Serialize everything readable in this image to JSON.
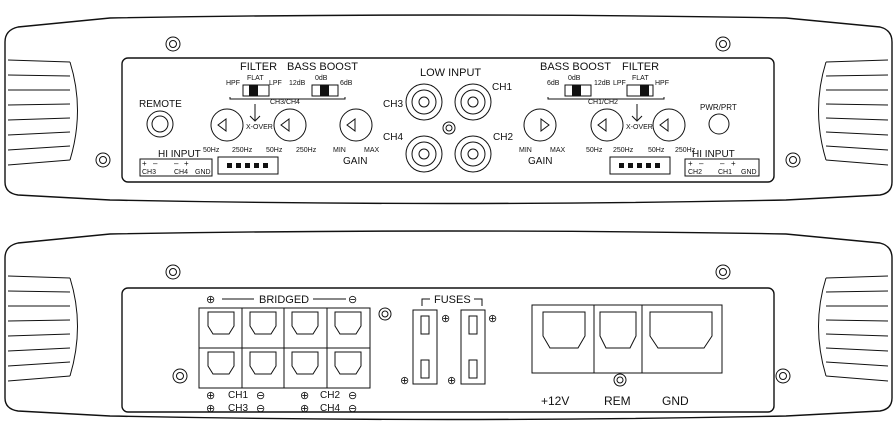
{
  "top_panel": {
    "left_section": {
      "filter_title": "FILTER",
      "bass_boost_title": "BASS BOOST",
      "filter_hpf": "HPF",
      "filter_flat": "FLAT",
      "filter_lpf": "LPF",
      "boost_12db": "12dB",
      "boost_0db": "0dB",
      "boost_6db": "6dB",
      "channel_group": "CH3/CH4",
      "xover": "X-OVER",
      "remote": "REMOTE",
      "hz50_a": "50Hz",
      "hz250_a": "250Hz",
      "hz50_b": "50Hz",
      "hz250_b": "250Hz",
      "gain_min": "MIN",
      "gain_max": "MAX",
      "gain": "GAIN",
      "hi_input": "HI INPUT",
      "hi_ch3": "CH3",
      "hi_ch4": "CH4",
      "hi_gnd": "GND"
    },
    "center_section": {
      "low_input": "LOW INPUT",
      "ch1": "CH1",
      "ch2": "CH2",
      "ch3": "CH3",
      "ch4": "CH4"
    },
    "right_section": {
      "bass_boost_title": "BASS BOOST",
      "filter_title": "FILTER",
      "boost_6db": "6dB",
      "boost_0db": "0dB",
      "boost_12db": "12dB",
      "filter_lpf": "LPF",
      "filter_flat": "FLAT",
      "filter_hpf": "HPF",
      "channel_group": "CH1/CH2",
      "xover": "X-OVER",
      "pwr_prt": "PWR/PRT",
      "gain_min": "MIN",
      "gain_max": "MAX",
      "gain": "GAIN",
      "hz50_a": "50Hz",
      "hz250_a": "250Hz",
      "hz50_b": "50Hz",
      "hz250_b": "250Hz",
      "hi_input": "HI INPUT",
      "hi_ch2": "CH2",
      "hi_ch1": "CH1",
      "hi_gnd": "GND"
    }
  },
  "bottom_panel": {
    "bridged": "BRIDGED",
    "ch1": "CH1",
    "ch3": "CH3",
    "ch2": "CH2",
    "ch4": "CH4",
    "fuses": "FUSES",
    "plus12v": "+12V",
    "rem": "REM",
    "gnd": "GND"
  }
}
